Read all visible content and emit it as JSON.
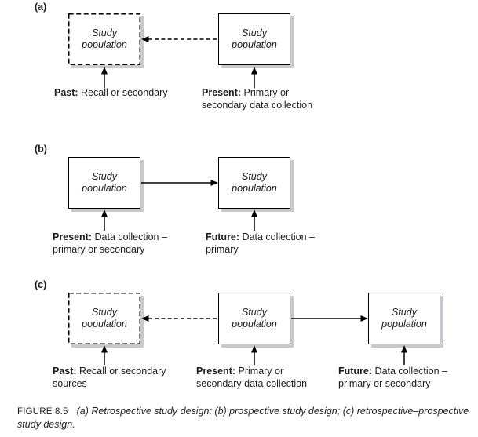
{
  "colors": {
    "background": "#ffffff",
    "line": "#000000",
    "box_shadow": "#c9c9cd",
    "text": "#1a1a1a"
  },
  "box_text": "Study\npopulation",
  "panels": [
    {
      "letter": "(a)",
      "name": "retrospective-study-design",
      "boxes": [
        {
          "style": "dashed",
          "text": "Study\npopulation"
        },
        {
          "style": "solid",
          "text": "Study\npopulation"
        }
      ],
      "labels": [
        {
          "lead": "Past:",
          "rest": " Recall or secondary"
        },
        {
          "lead": "Present:",
          "rest": " Primary or\nsecondary data collection"
        }
      ]
    },
    {
      "letter": "(b)",
      "name": "prospective-study-design",
      "boxes": [
        {
          "style": "solid",
          "text": "Study\npopulation"
        },
        {
          "style": "solid",
          "text": "Study\npopulation"
        }
      ],
      "labels": [
        {
          "lead": "Present:",
          "rest": " Data collection –\nprimary or secondary"
        },
        {
          "lead": "Future:",
          "rest": " Data collection –\nprimary"
        }
      ]
    },
    {
      "letter": "(c)",
      "name": "retrospective-prospective-study-design",
      "boxes": [
        {
          "style": "dashed",
          "text": "Study\npopulation"
        },
        {
          "style": "solid",
          "text": "Study\npopulation"
        },
        {
          "style": "solid",
          "text": "Study\npopulation"
        }
      ],
      "labels": [
        {
          "lead": "Past:",
          "rest": " Recall or secondary\nsources"
        },
        {
          "lead": "Present:",
          "rest": " Primary or\nsecondary data collection"
        },
        {
          "lead": "Future:",
          "rest": " Data collection –\nprimary or secondary"
        }
      ]
    }
  ],
  "caption": {
    "label": "FIGURE 8.5",
    "text": "(a) Retrospective study design; (b) prospective study design; (c) retrospective–prospective study design."
  }
}
